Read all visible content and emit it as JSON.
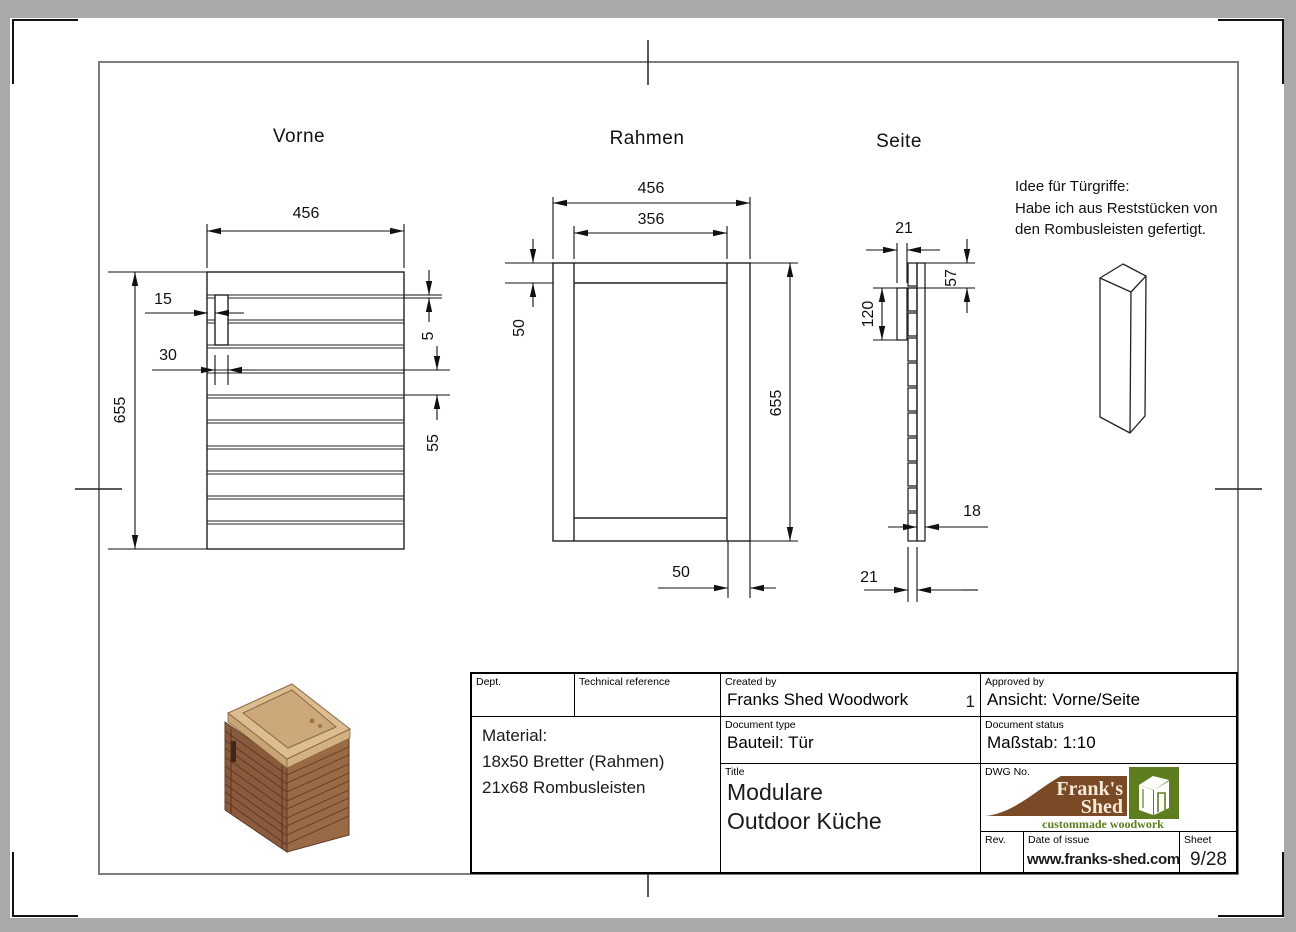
{
  "views": {
    "front": {
      "label": "Vorne"
    },
    "frame": {
      "label": "Rahmen"
    },
    "side": {
      "label": "Seite"
    }
  },
  "dims": {
    "front_width": "456",
    "front_height": "655",
    "front_handle_inset": "15",
    "front_handle_width": "30",
    "front_gap": "5",
    "front_slat": "55",
    "frame_width": "456",
    "frame_inner_width": "356",
    "frame_rail": "50",
    "frame_height": "655",
    "frame_stile": "50",
    "side_handle_thickness": "21",
    "side_handle_top_offset": "57",
    "side_handle_length": "120",
    "side_board_thickness": "18",
    "side_slat_thickness": "21"
  },
  "note": {
    "line1": "Idee für Türgriffe:",
    "line2": "Habe ich aus Reststücken von",
    "line3": "den Rombusleisten gefertigt."
  },
  "title_block": {
    "dept_label": "Dept.",
    "tech_ref_label": "Technical reference",
    "created_by_label": "Created by",
    "created_by": "Franks Shed Woodwork",
    "created_by_rev": "1",
    "approved_by_label": "Approved by",
    "approved_by": "Ansicht: Vorne/Seite",
    "material_line1": "Material:",
    "material_line2": "18x50 Bretter (Rahmen)",
    "material_line3": "21x68 Rombusleisten",
    "doc_type_label": "Document type",
    "doc_type": "Bauteil: Tür",
    "doc_status_label": "Document status",
    "doc_status": "Maßstab: 1:10",
    "title_label": "Title",
    "title_line1": "Modulare",
    "title_line2": "Outdoor Küche",
    "dwg_label": "DWG No.",
    "rev_label": "Rev.",
    "date_label": "Date of issue",
    "date_value": "www.franks-shed.com",
    "sheet_label": "Sheet",
    "sheet_value": "9/28"
  },
  "logo": {
    "line1": "Frank's",
    "line2": "Shed",
    "tagline": "custommade woodwork",
    "brown": "#7a4a26",
    "green": "#5e7d1f",
    "cream": "#f3ead8"
  },
  "cabinet_colors": {
    "wood_dark": "#8a5a3c",
    "wood_light": "#9a6a47",
    "frame_tan": "#dcbd90"
  }
}
